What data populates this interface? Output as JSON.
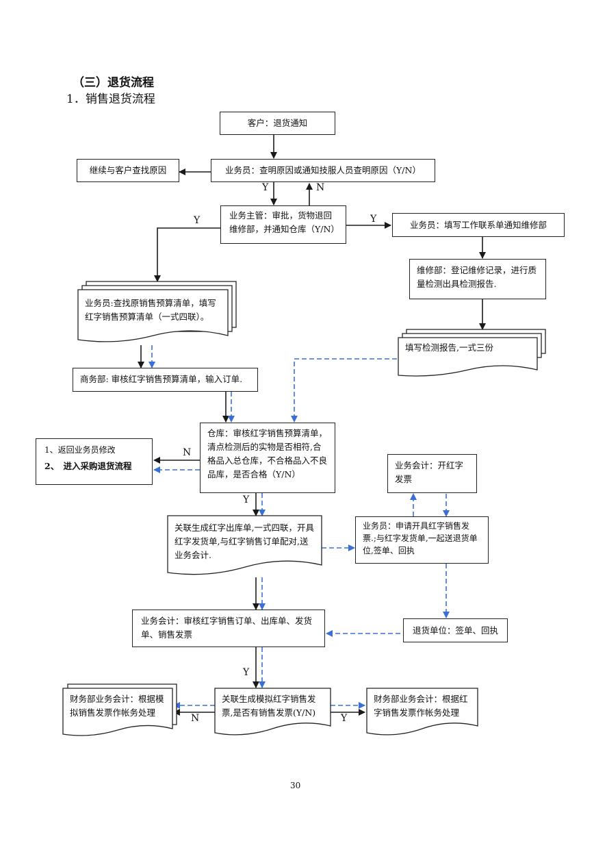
{
  "headings": {
    "section": "（三）退货流程",
    "sub": "1．销售退货流程"
  },
  "nodes": {
    "n_customer": "客户：退货通知",
    "n_continue": "继续与客户查找原因",
    "n_salesman_check": "业务员：查明原因或通知技服人员查明原因（Y/N）",
    "n_supervisor": "业务主管：审批，货物退回维修部，并通知仓库（Y/N）",
    "n_fill_contact": "业务员：填写工作联系单通知维修部",
    "n_repair": "维修部：登记维修记录，进行质量检测出具检测报告.",
    "n_find_budget": "业务员:查找原销售预算清单，填写红字销售预算清单（一式四联）。",
    "n_report": "填写检测报告,一式三份",
    "n_commerce": "商务部: 审核红字销售预算清单，输入订单.",
    "n_warehouse": "仓库：审核红字销售预算清单，清点检测后的实物是否相符,合格品入总仓库，不合格品入不良品库，是否合格（Y/N）",
    "n_return_1": "1、返回业务员修改",
    "n_return_2": "2、　进入采购退货流程",
    "n_acct_invoice": "业务会计：开红字发票",
    "n_red_out": "关联生成红字出库单,一式四联，开具红字发货单,与红字销售订单配对,送业务会计.",
    "n_apply_invoice": "业务员：申请开具红字销售发票.;与红字发货单,一起送退货单位,签单、回执",
    "n_acct_review": "业务会计：审核红字销售订单、出库单、发货单、销售发票",
    "n_return_unit": "退货单位：签单、回执",
    "n_fin_sim": "财务部业务会计：根据模拟销售发票作帐务处理",
    "n_sim_invoice": "关联生成模拟红字销售发票,是否有销售发票(Y/N)",
    "n_fin_red": "财务部业务会计：根据红字销售发票作帐务处理"
  },
  "labels": {
    "y": "Y",
    "n": "N"
  },
  "page_number": "30",
  "colors": {
    "line": "#1a1a1a",
    "dashed": "#3a6fd8"
  }
}
